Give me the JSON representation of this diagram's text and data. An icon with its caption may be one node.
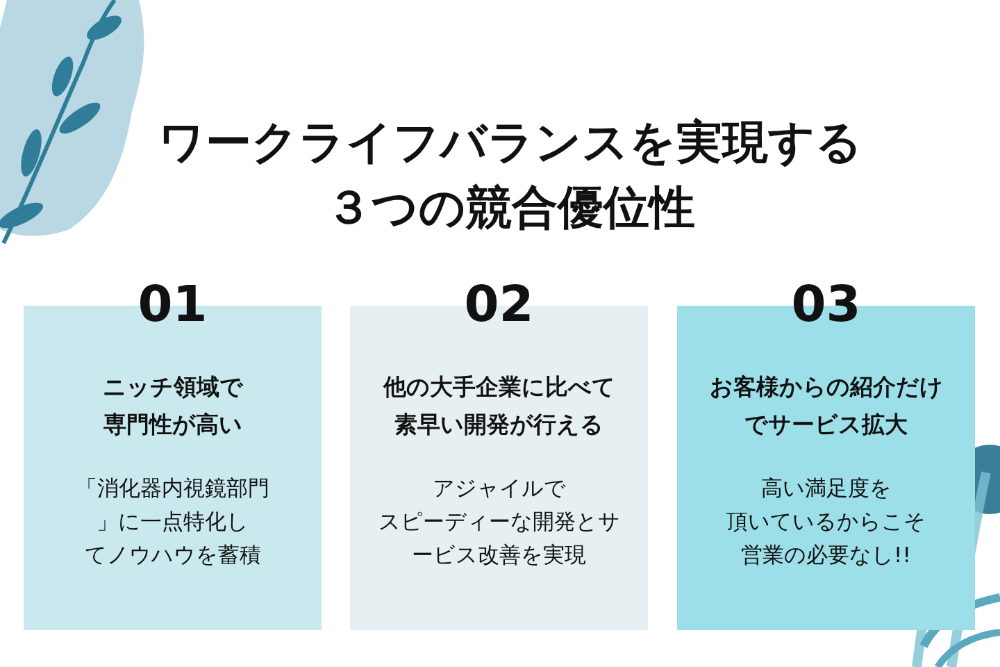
{
  "diagram": {
    "title": "ワークライフバランスを実現する３つの競合優位性",
    "nodes": [
      {
        "text": [
          "01",
          "ニッチ領域で専門性が高い",
          "「消化器内視鏡部門」に一点特化してノウハウを蓄積"
        ]
      },
      {
        "text": [
          "02",
          "他の大手企業に比べて素早い開発が行える",
          "アジャイルでスピーディーな開発とサービス改善を実現"
        ]
      },
      {
        "text": [
          "03",
          "お客様からの紹介だけでサービス拡大",
          "高い満足度を頂いているからこそ営業の必要なし!!"
        ]
      }
    ]
  }
}
